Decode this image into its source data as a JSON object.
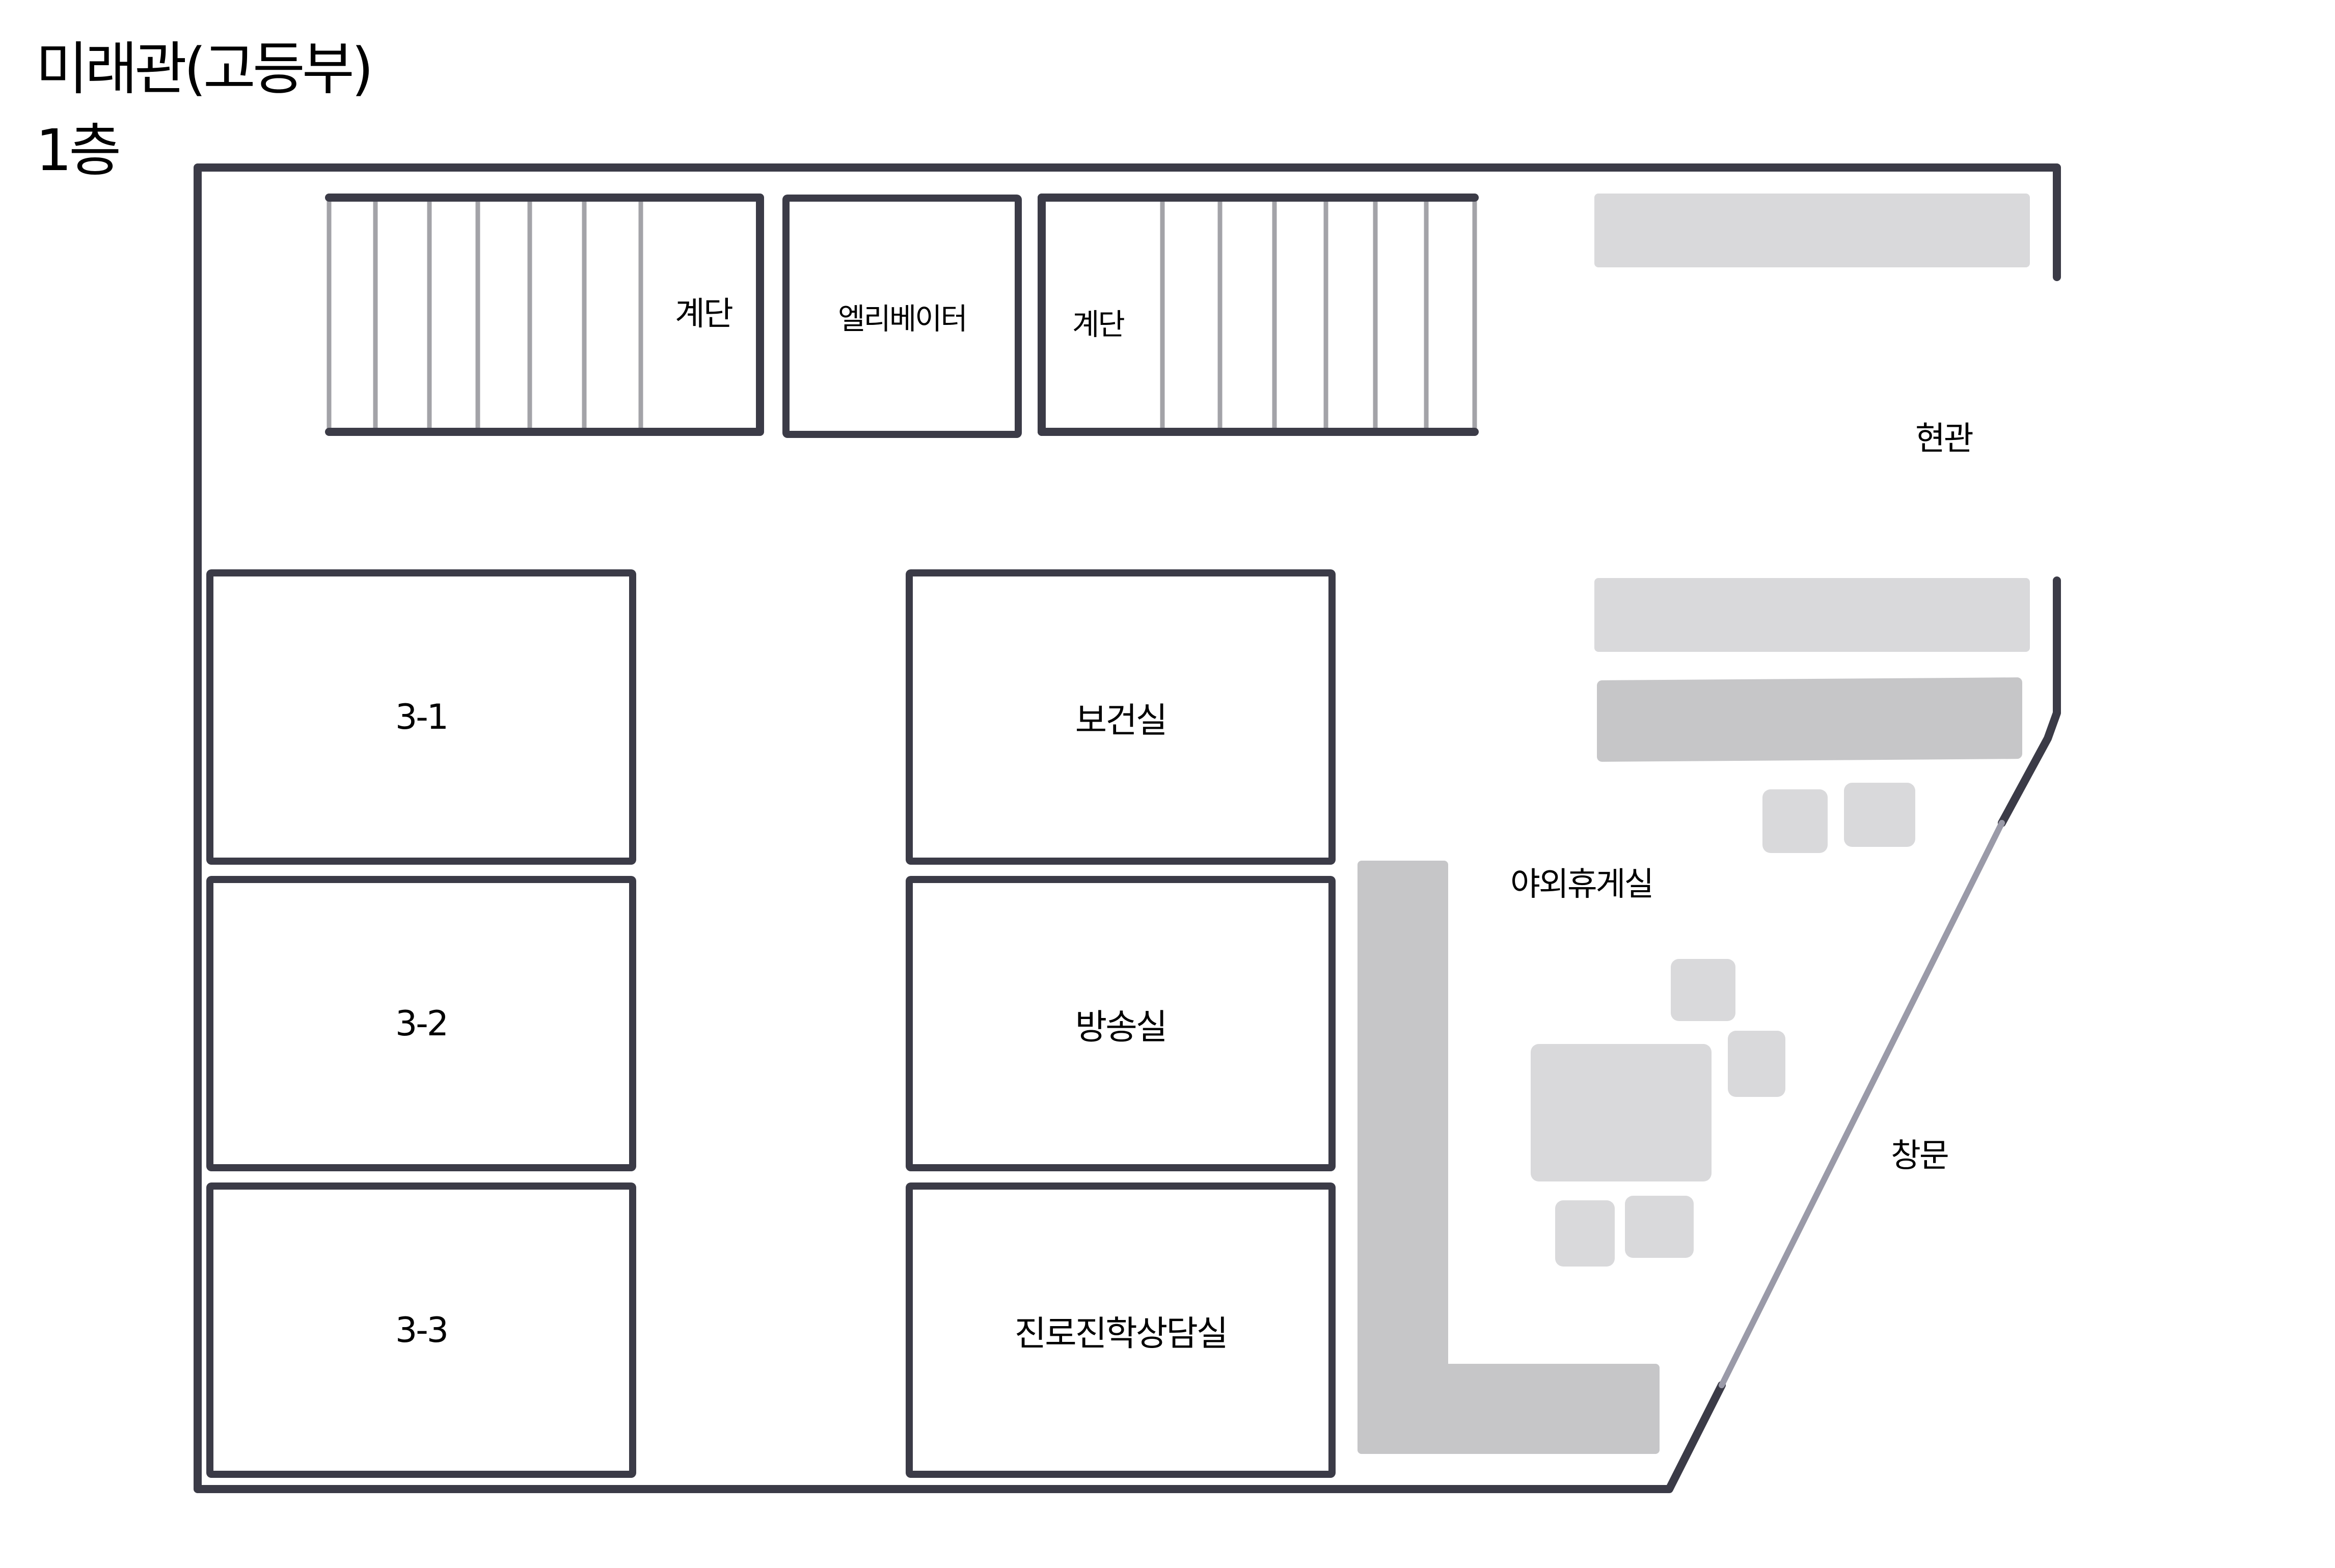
{
  "header": {
    "building": "미래관(고등부)",
    "floor": "1층"
  },
  "floorplan": {
    "stairs_left": {
      "label": "계단"
    },
    "elevator": {
      "label": "엘리베이터"
    },
    "stairs_right": {
      "label": "계단"
    },
    "entrance": {
      "label": "현관"
    },
    "classrooms": [
      {
        "label": "3-1"
      },
      {
        "label": "3-2"
      },
      {
        "label": "3-3"
      }
    ],
    "offices": [
      {
        "label": "보건실"
      },
      {
        "label": "방송실"
      },
      {
        "label": "진로진학상담실"
      }
    ],
    "outdoor_lounge": {
      "label": "야외휴게실"
    },
    "window_door": {
      "label": "창문"
    }
  },
  "colors": {
    "wall": "#3b3b47",
    "stair_line": "#a3a3a8",
    "window_line": "#9a9aa8",
    "furniture_light": "#d9d9db",
    "furniture_dark": "#c6c6c8"
  }
}
